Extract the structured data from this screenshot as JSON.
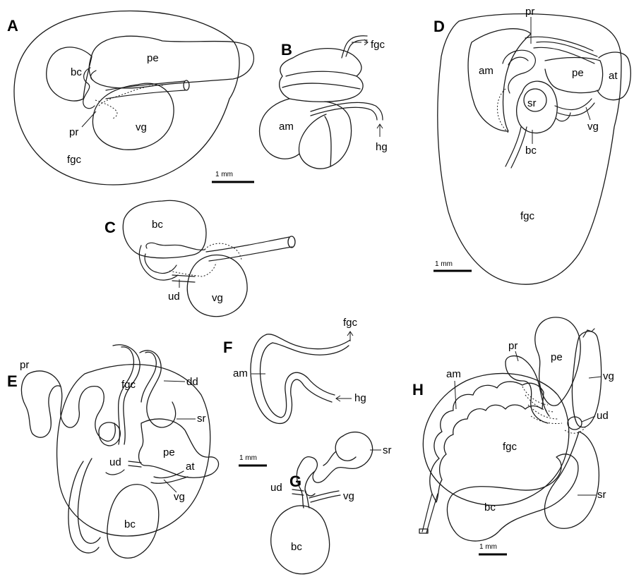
{
  "panels": {
    "A": {
      "letter": "A",
      "labels": {
        "bc": "bc",
        "pe": "pe",
        "pr": "pr",
        "vg": "vg",
        "fgc": "fgc"
      },
      "scale": "1 mm"
    },
    "B": {
      "letter": "B",
      "labels": {
        "fgc": "fgc",
        "am": "am",
        "hg": "hg"
      }
    },
    "C": {
      "letter": "C",
      "labels": {
        "bc": "bc",
        "ud": "ud",
        "vg": "vg"
      }
    },
    "D": {
      "letter": "D",
      "labels": {
        "pr": "pr",
        "am": "am",
        "pe": "pe",
        "at": "at",
        "sr": "sr",
        "vg": "vg",
        "bc": "bc",
        "fgc": "fgc"
      },
      "scale": "1 mm"
    },
    "E": {
      "letter": "E",
      "labels": {
        "pr": "pr",
        "fgc": "fgc",
        "dd": "dd",
        "sr": "sr",
        "pe": "pe",
        "ud": "ud",
        "at": "at",
        "vg": "vg",
        "bc": "bc"
      }
    },
    "F": {
      "letter": "F",
      "labels": {
        "fgc": "fgc",
        "am": "am",
        "hg": "hg"
      },
      "scale": "1 mm"
    },
    "G": {
      "letter": "G",
      "labels": {
        "sr": "sr",
        "ud": "ud",
        "vg": "vg",
        "bc": "bc"
      }
    },
    "H": {
      "letter": "H",
      "labels": {
        "pr": "pr",
        "pe": "pe",
        "am": "am",
        "vg": "vg",
        "ud": "ud",
        "fgc": "fgc",
        "bc": "bc",
        "sr": "sr"
      },
      "scale": "1 mm"
    }
  }
}
